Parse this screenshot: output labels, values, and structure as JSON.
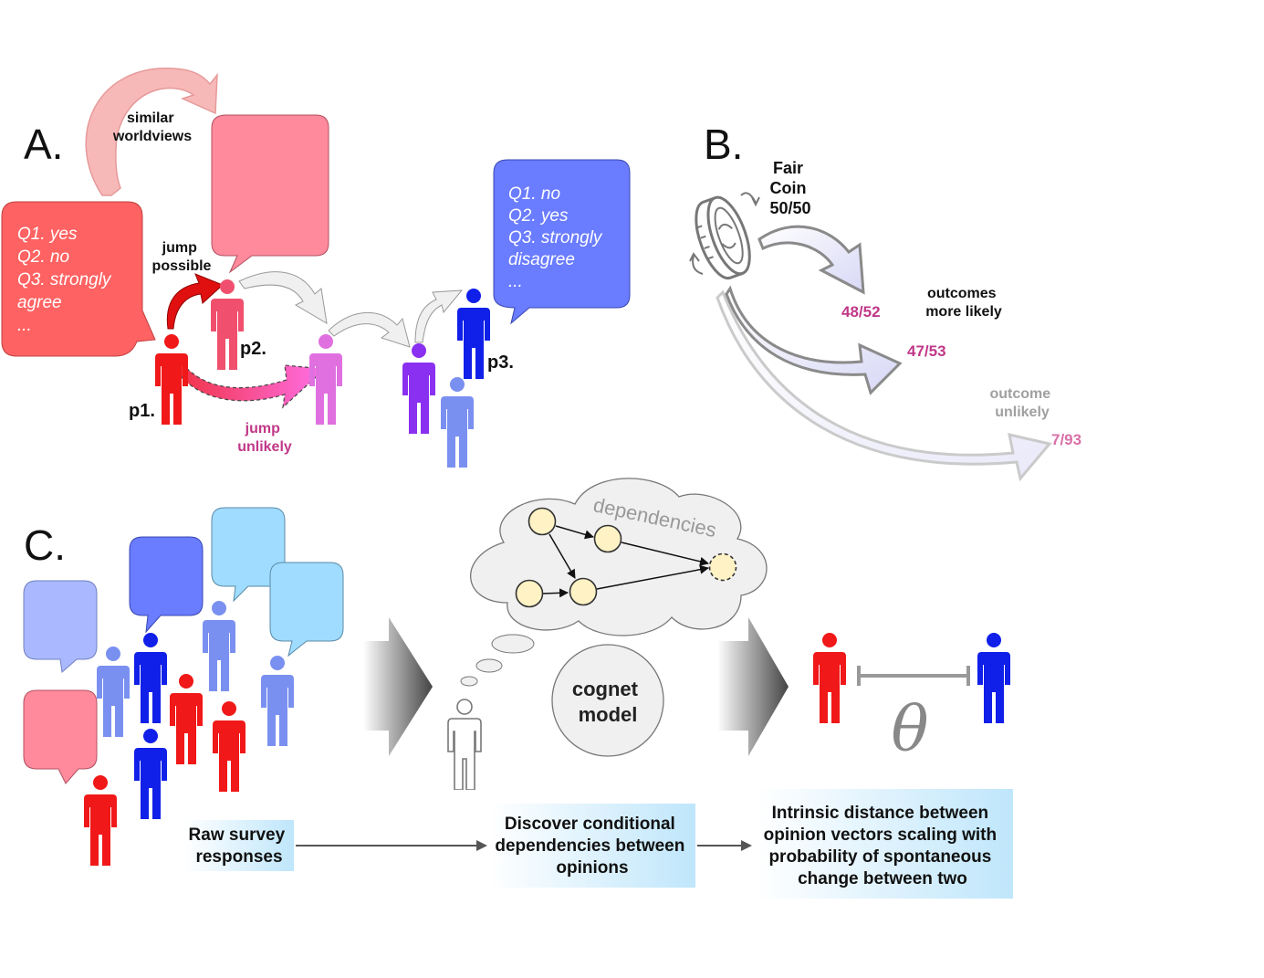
{
  "panel_a": {
    "letter": "A.",
    "similar_1": "similar",
    "similar_2": "worldviews",
    "jump_possible_1": "jump",
    "jump_possible_2": "possible",
    "jump_unlikely_1": "jump",
    "jump_unlikely_2": "unlikely",
    "p1": "p1.",
    "p2": "p2.",
    "p3": "p3.",
    "red_bubble_lines": [
      "Q1. yes",
      "Q2. no",
      "Q3. strongly",
      "agree",
      "..."
    ],
    "blue_bubble_lines": [
      "Q1. no",
      "Q2. yes",
      "Q3. strongly",
      "disagree",
      "..."
    ]
  },
  "panel_b": {
    "letter": "B.",
    "coin_1": "Fair",
    "coin_2": "Coin",
    "coin_3": "50/50",
    "outcome_1": "48/52",
    "outcome_2": "47/53",
    "outcome_3": "7/93",
    "likely_1": "outcomes",
    "likely_2": "more likely",
    "unlikely_1": "outcome",
    "unlikely_2": "unlikely"
  },
  "panel_c": {
    "letter": "C.",
    "cloud_title": "dependencies",
    "model_1": "cognet",
    "model_2": "model",
    "theta": "θ",
    "box1": [
      "Raw survey",
      "responses"
    ],
    "box2": [
      "Discover conditional",
      "dependencies between",
      "opinions"
    ],
    "box3": [
      "Intrinsic distance between",
      "opinion vectors scaling with",
      "probability of spontaneous",
      "change between two"
    ]
  },
  "colors": {
    "red": "#f01818",
    "pink": "#f0506e",
    "magenta": "#e070e0",
    "purple": "#8a30f0",
    "blue": "#1020e8",
    "light_blue": "#7a90f0",
    "accent_text": "#c03888"
  }
}
